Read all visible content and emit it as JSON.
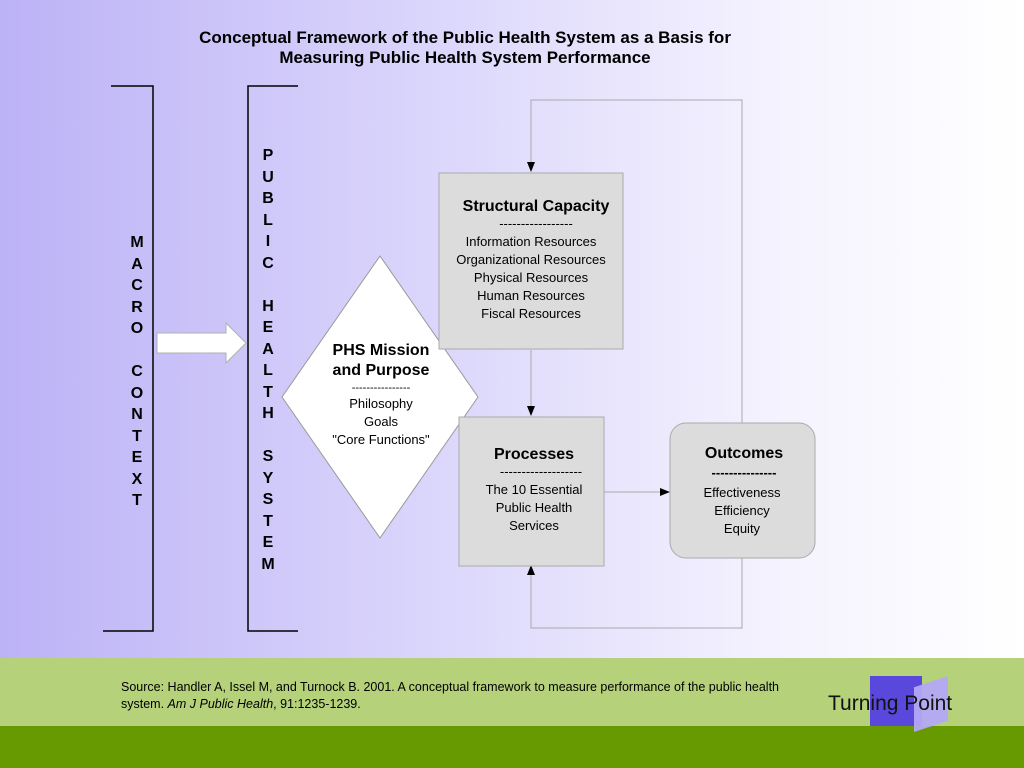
{
  "title": {
    "line1": "Conceptual Framework of the Public Health System as a Basis for",
    "line2": "Measuring Public Health System Performance"
  },
  "macro_context": [
    "M",
    "A",
    "C",
    "R",
    "O",
    " ",
    "C",
    "O",
    "N",
    "T",
    "E",
    "X",
    "T"
  ],
  "public_health_system": [
    "P",
    "U",
    "B",
    "L",
    "I",
    "C",
    " ",
    "H",
    "E",
    "A",
    "L",
    "T",
    "H",
    " ",
    "S",
    "Y",
    "S",
    "T",
    "E",
    "M"
  ],
  "mission": {
    "title_line1": "PHS Mission",
    "title_line2": "and Purpose",
    "divider": "----------------",
    "items": [
      "Philosophy",
      "Goals",
      "\"Core Functions\""
    ]
  },
  "structural_capacity": {
    "title": "Structural Capacity",
    "divider": "-----------------",
    "items": [
      "Information Resources",
      "Organizational Resources",
      "Physical Resources",
      "Human Resources",
      "Fiscal Resources"
    ]
  },
  "processes": {
    "title": "Processes",
    "divider": "-------------------",
    "items": [
      "The 10 Essential",
      "Public Health",
      "Services"
    ]
  },
  "outcomes": {
    "title": "Outcomes",
    "divider": "---------------",
    "items": [
      "Effectiveness",
      "Efficiency",
      "Equity"
    ]
  },
  "source": {
    "prefix": "Source: Handler A, Issel M, and Turnock B. 2001. A conceptual framework to measure performance of the public health system. ",
    "journal": "Am J Public Health",
    "suffix": ", 91:1235-1239."
  },
  "logo": {
    "text": "Turning Point"
  },
  "colors": {
    "footer_light": "#b5d27a",
    "footer_dark": "#669a00",
    "box_fill": "#dcdcdc",
    "logo_square": "#5a48dc",
    "logo_accent": "#b4a8f6"
  }
}
